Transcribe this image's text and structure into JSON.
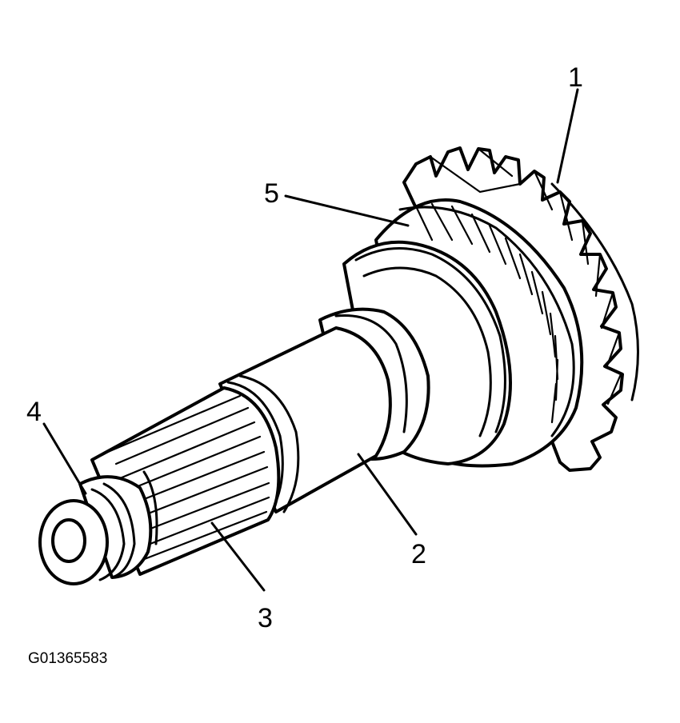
{
  "figure_id": "G01365583",
  "callouts": [
    {
      "number": "1"
    },
    {
      "number": "2"
    },
    {
      "number": "3"
    },
    {
      "number": "4"
    },
    {
      "number": "5"
    }
  ]
}
